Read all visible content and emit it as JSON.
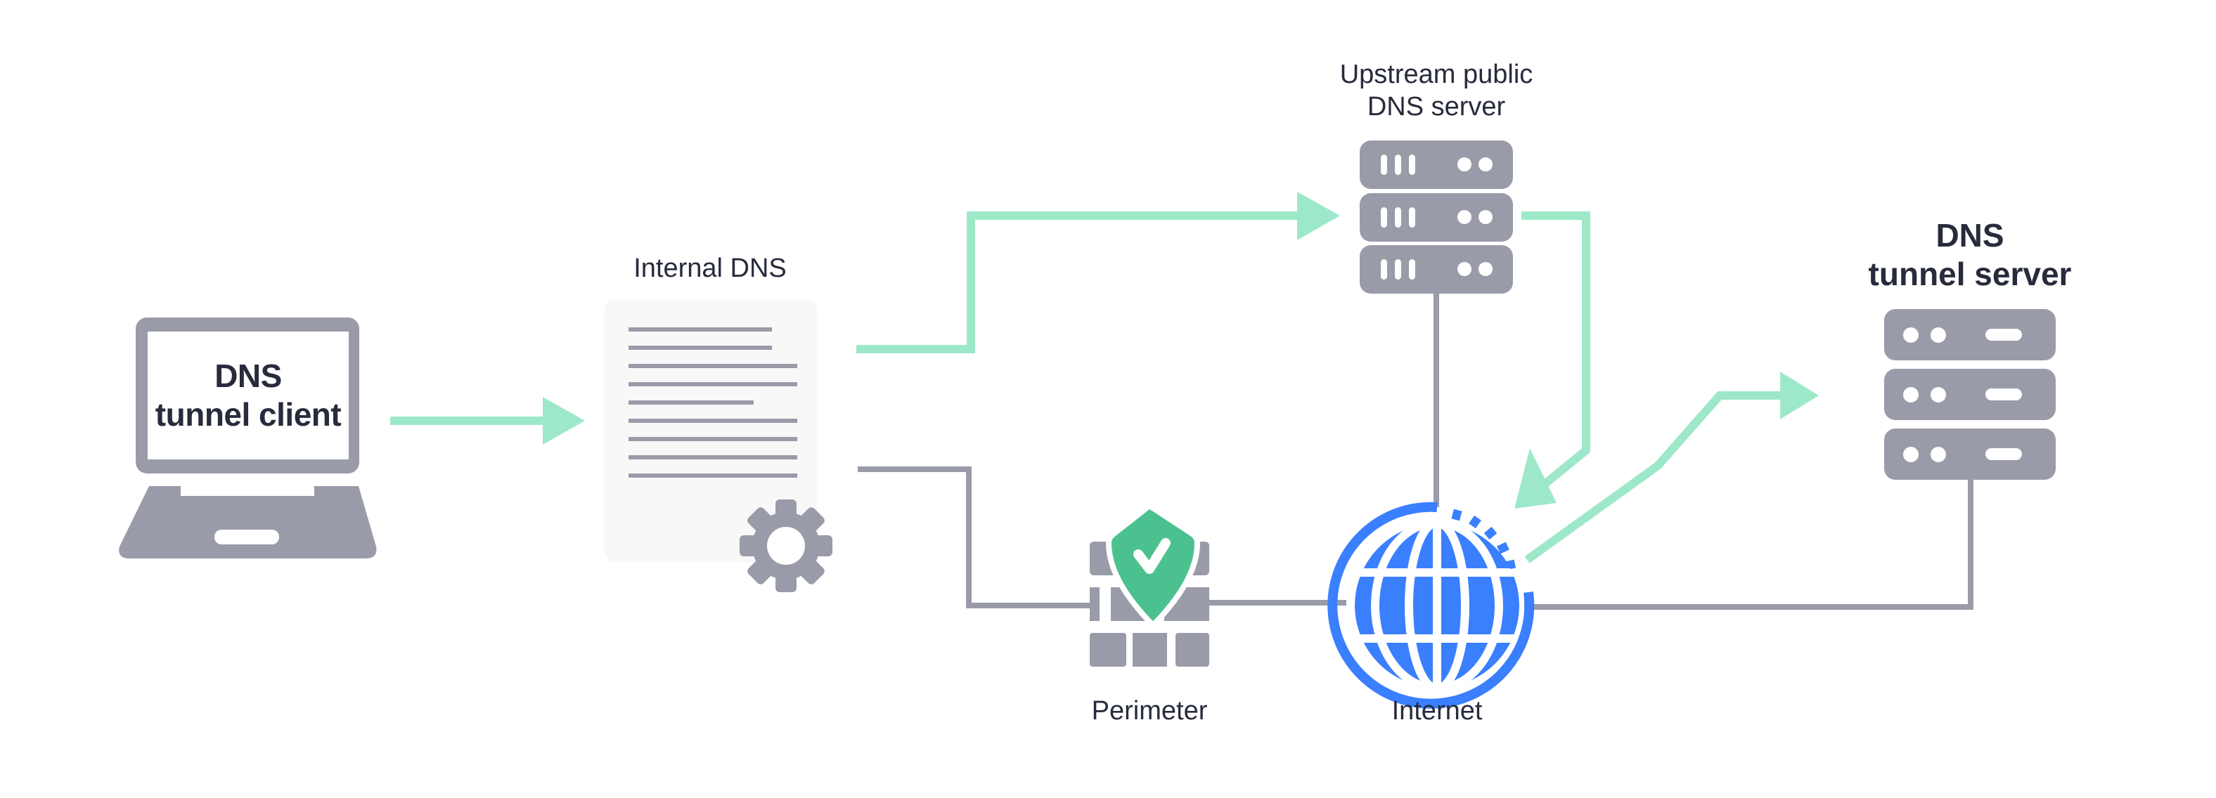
{
  "title": "DNS tunneling data flow",
  "colors": {
    "icon_gray": "#9a9ba9",
    "flow_green": "#9ee8ca",
    "link_gray": "#9a9ba9",
    "globe_blue": "#3a7ffd",
    "shield_green": "#4bc18f",
    "document_bg": "#f8f8f8",
    "text_dark": "#272b3c"
  },
  "nodes": {
    "client": {
      "label_line1": "DNS",
      "label_line2": "tunnel client",
      "icon": "laptop-icon"
    },
    "internal_dns": {
      "label": "Internal DNS",
      "icon": "document-gear-icon"
    },
    "upstream": {
      "label_line1": "Upstream public",
      "label_line2": "DNS server",
      "icon": "server-stack-icon"
    },
    "tunnel_server": {
      "label_line1": "DNS",
      "label_line2": "tunnel server",
      "icon": "server-stack-icon"
    },
    "perimeter": {
      "label": "Perimeter",
      "icon": "firewall-shield-icon"
    },
    "internet": {
      "label": "Internet",
      "icon": "globe-icon"
    }
  },
  "edges": [
    {
      "from": "client",
      "to": "internal_dns",
      "type": "flow"
    },
    {
      "from": "internal_dns",
      "to": "upstream",
      "type": "flow"
    },
    {
      "from": "upstream",
      "to": "internet",
      "type": "flow"
    },
    {
      "from": "internet",
      "to": "tunnel_server",
      "type": "flow"
    },
    {
      "from": "internal_dns",
      "to": "perimeter",
      "type": "link"
    },
    {
      "from": "perimeter",
      "to": "internet",
      "type": "link"
    },
    {
      "from": "upstream",
      "to": "internet",
      "type": "link"
    },
    {
      "from": "internet",
      "to": "tunnel_server",
      "type": "link"
    }
  ]
}
